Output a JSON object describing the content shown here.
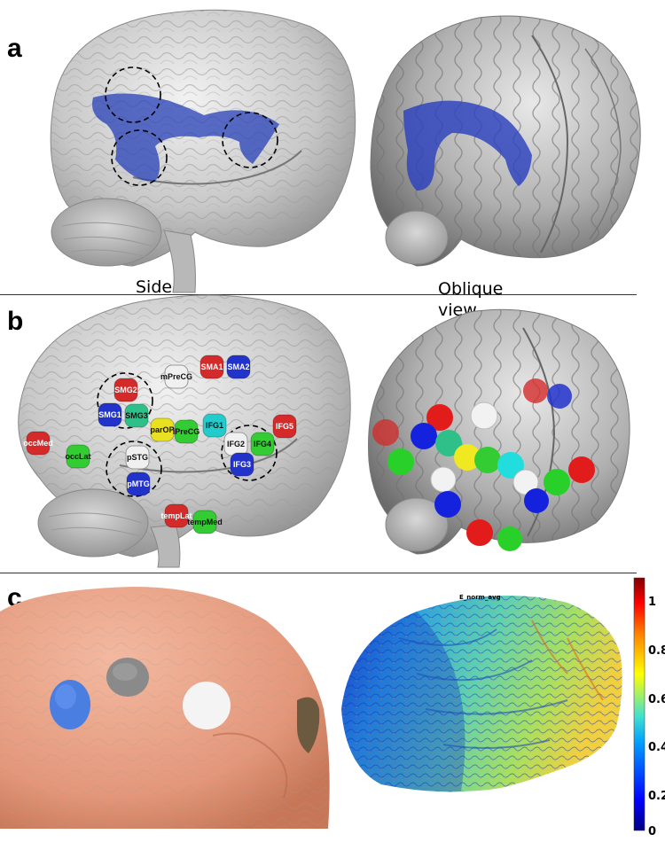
{
  "panels": {
    "a": "a",
    "b": "b",
    "c": "c"
  },
  "views": {
    "side": "Side view",
    "oblique": "Oblique view"
  },
  "map_title": "E_norm_avg",
  "colorbar": {
    "ticks": [
      "1",
      "0.8",
      "0.6",
      "0.4",
      "0.2",
      "0"
    ],
    "colors": [
      "#000080",
      "#0000ff",
      "#00a0ff",
      "#40e0d0",
      "#ffff00",
      "#ff8000",
      "#ff0000",
      "#800000"
    ]
  },
  "nodes": [
    {
      "label": "SMA1",
      "color": "#d42a2a"
    },
    {
      "label": "SMA2",
      "color": "#2233cc"
    },
    {
      "label": "mPreCG",
      "color": "#f0f0f0"
    },
    {
      "label": "SMG2",
      "color": "#d42a2a"
    },
    {
      "label": "SMG1",
      "color": "#2233cc"
    },
    {
      "label": "SMG3",
      "color": "#2fc08a"
    },
    {
      "label": "parOP",
      "color": "#e8e020"
    },
    {
      "label": "iPreCG",
      "color": "#33cc33"
    },
    {
      "label": "IFG1",
      "color": "#22cccc"
    },
    {
      "label": "IFG2",
      "color": "#f0f0f0"
    },
    {
      "label": "IFG4",
      "color": "#33cc33"
    },
    {
      "label": "IFG5",
      "color": "#d42a2a"
    },
    {
      "label": "IFG3",
      "color": "#2233cc"
    },
    {
      "label": "pSTG",
      "color": "#f0f0f0"
    },
    {
      "label": "pMTG",
      "color": "#2233cc"
    },
    {
      "label": "occMed",
      "color": "#d42a2a"
    },
    {
      "label": "occLat",
      "color": "#33cc33"
    },
    {
      "label": "tempLat",
      "color": "#d42a2a"
    },
    {
      "label": "tempMed",
      "color": "#33cc33"
    }
  ]
}
